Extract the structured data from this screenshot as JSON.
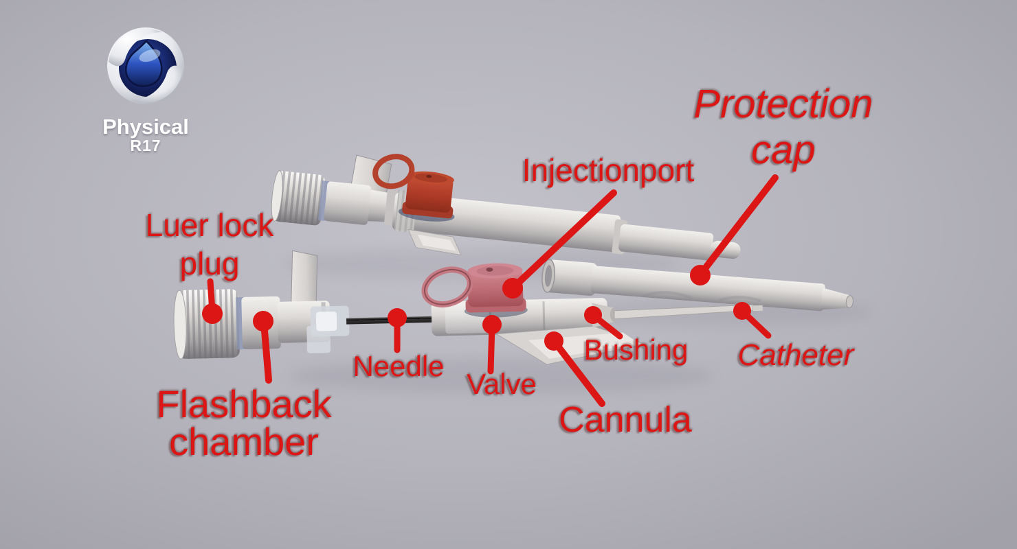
{
  "logo": {
    "renderer": "Physical",
    "release": "R17"
  },
  "labels": {
    "protection_cap": {
      "line1": "Protection",
      "line2": "cap"
    },
    "injection_port": {
      "line1": "Injectionport"
    },
    "luer_lock_plug": {
      "line1": "Luer lock",
      "line2": "plug"
    },
    "flashback_chamber": {
      "line1": "Flashback",
      "line2": "chamber"
    },
    "needle": {
      "line1": "Needle"
    },
    "valve": {
      "line1": "Valve"
    },
    "bushing": {
      "line1": "Bushing"
    },
    "catheter": {
      "line1": "Catheter"
    },
    "cannula": {
      "line1": "Cannula"
    }
  },
  "colors": {
    "label_red": "#dc1515",
    "background": "#b5b4bc",
    "device_body": "#d9d6d3",
    "injection_cap_dark_red": "#b5402e",
    "injection_cap_pink": "#c97a83",
    "needle_dark": "#2e2c2c",
    "luer_ring_blue": "#8a96b5",
    "logo_text": "#ffffff",
    "logo_drop_blue": "#2d54c0"
  }
}
